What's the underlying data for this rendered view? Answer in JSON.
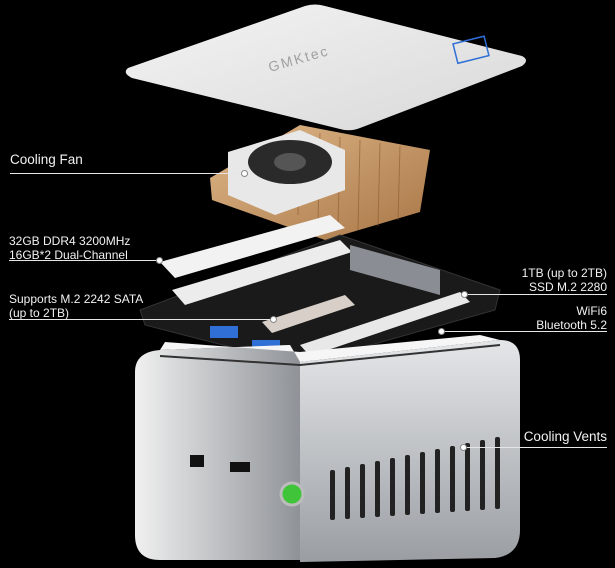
{
  "product": {
    "brand_logo": "GMKtec",
    "colors": {
      "background": "#000000",
      "chassis": "#c9ccd0",
      "heatsink": "#c99a6a",
      "power_button": "#3fc43a",
      "usb_port": "#2f6fd6"
    }
  },
  "callouts": {
    "cooling_fan": {
      "line1": "Cooling Fan"
    },
    "memory": {
      "line1": "32GB DDR4 3200MHz",
      "line2": "16GB*2 Dual-Channel"
    },
    "sata": {
      "line1": "Supports M.2 2242 SATA",
      "line2": "(up to 2TB)"
    },
    "ssd": {
      "line1": "1TB (up to 2TB)",
      "line2": "SSD M.2 2280"
    },
    "wifi": {
      "line1": "WiFi6",
      "line2": "Bluetooth 5.2"
    },
    "vents": {
      "line1": "Cooling Vents"
    }
  }
}
